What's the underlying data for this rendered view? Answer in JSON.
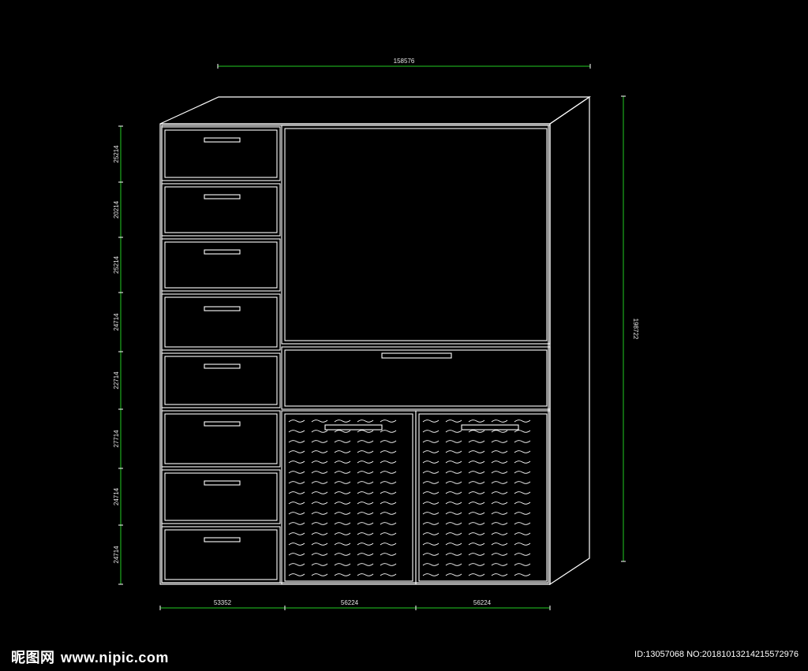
{
  "dimensions": {
    "overall_width": "158576",
    "overall_height": "198722",
    "bottom_segments": [
      "53352",
      "56224",
      "56224"
    ],
    "left_segments": [
      "25214",
      "20214",
      "25214",
      "24714",
      "22714",
      "27714",
      "24714",
      "24714"
    ]
  },
  "watermark": {
    "site_glyphs": "昵图网",
    "site_url": "www.nipic.com",
    "image_id": "ID:13057068 NO:20181013214215572976"
  },
  "colors": {
    "background": "#000000",
    "outline": "#ffffff",
    "dimension_line": "#22cc22"
  }
}
